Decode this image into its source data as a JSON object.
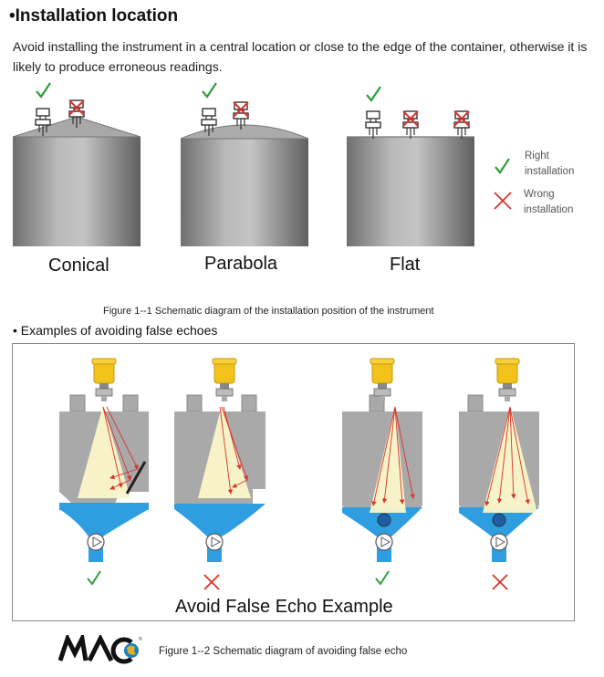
{
  "heading": "•Installation location",
  "intro": "Avoid installing the instrument in a central location or close to the edge of the container, otherwise it is likely to produce erroneous readings.",
  "tanks": {
    "conical": "Conical",
    "parabola": "Parabola",
    "flat": "Flat"
  },
  "legend": {
    "right_line1": "Right",
    "right_line2": "installation",
    "wrong_line1": "Wrong",
    "wrong_line2": "installation"
  },
  "figure1_caption": "Figure 1--1 Schematic diagram of the installation position of the instrument",
  "section2": "• Examples of avoiding false echoes",
  "false_echo_title": "Avoid False Echo Example",
  "logo_text": "MAC",
  "figure2_caption": "Figure 1--2 Schematic diagram of avoiding false echo",
  "colors": {
    "check": "#2e9e3a",
    "cross": "#d9332a",
    "tank": "#9a9a9a",
    "liquid": "#2e9ee0",
    "sensor": "#f2c21a",
    "beam": "#fbf6c8"
  }
}
